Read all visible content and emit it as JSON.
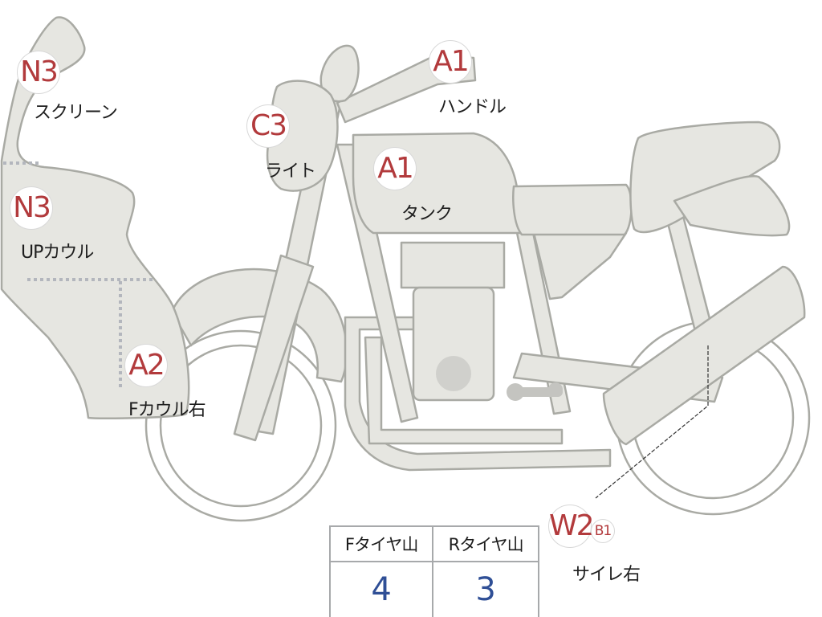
{
  "parts": [
    {
      "key": "screen",
      "grade": "N3",
      "label": "スクリーン"
    },
    {
      "key": "up_cowl",
      "grade": "N3",
      "label": "UPカウル"
    },
    {
      "key": "f_cowl_r",
      "grade": "A2",
      "label": "Fカウル右"
    },
    {
      "key": "light",
      "grade": "C3",
      "label": "ライト"
    },
    {
      "key": "tank",
      "grade": "A1",
      "label": "タンク"
    },
    {
      "key": "handle",
      "grade": "A1",
      "label": "ハンドル"
    },
    {
      "key": "muffler_r",
      "grade": "W2",
      "sub_grade": "B1",
      "label": "サイレ右"
    }
  ],
  "tread_table": {
    "headers": [
      "Fタイヤ山",
      "Rタイヤ山"
    ],
    "values": [
      "4",
      "3"
    ]
  },
  "colors": {
    "grade_text": "#b23a3c",
    "tread_value": "#2f4f96",
    "part_fill": "#e6e6e1",
    "part_stroke": "#a9aaa4"
  }
}
